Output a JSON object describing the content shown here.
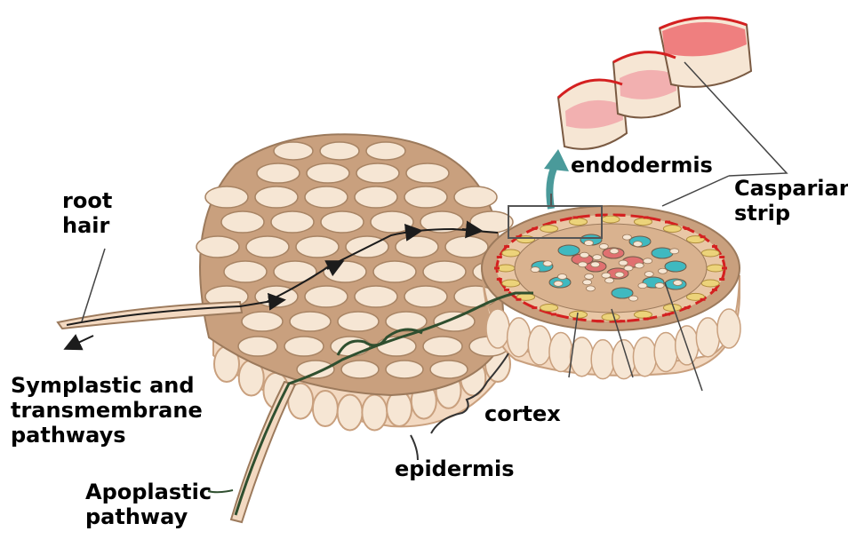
{
  "labels": {
    "root_hair": [
      "root",
      "hair"
    ],
    "symplastic": [
      "Symplastic and",
      "transmembrane",
      "pathways"
    ],
    "apoplastic": [
      "Apoplastic",
      "pathway"
    ],
    "endodermis": "endodermis",
    "casparian": [
      "Casparian",
      "strip"
    ],
    "cortex": "cortex",
    "epidermis": "epidermis"
  },
  "colors": {
    "cell_wall": "#c9a07e",
    "cell_fill": "#f6e6d4",
    "epidermis_cell": "#f3d9c1",
    "casparian_red": "#d42020",
    "xylem_red": "#e07070",
    "phloem_teal": "#3fb9c0",
    "pericycle_yellow": "#ecd37a",
    "path_dark": "#1c1c1c",
    "apoplast_green": "#2f4f2f",
    "arrow_teal": "#4a9a9a"
  }
}
